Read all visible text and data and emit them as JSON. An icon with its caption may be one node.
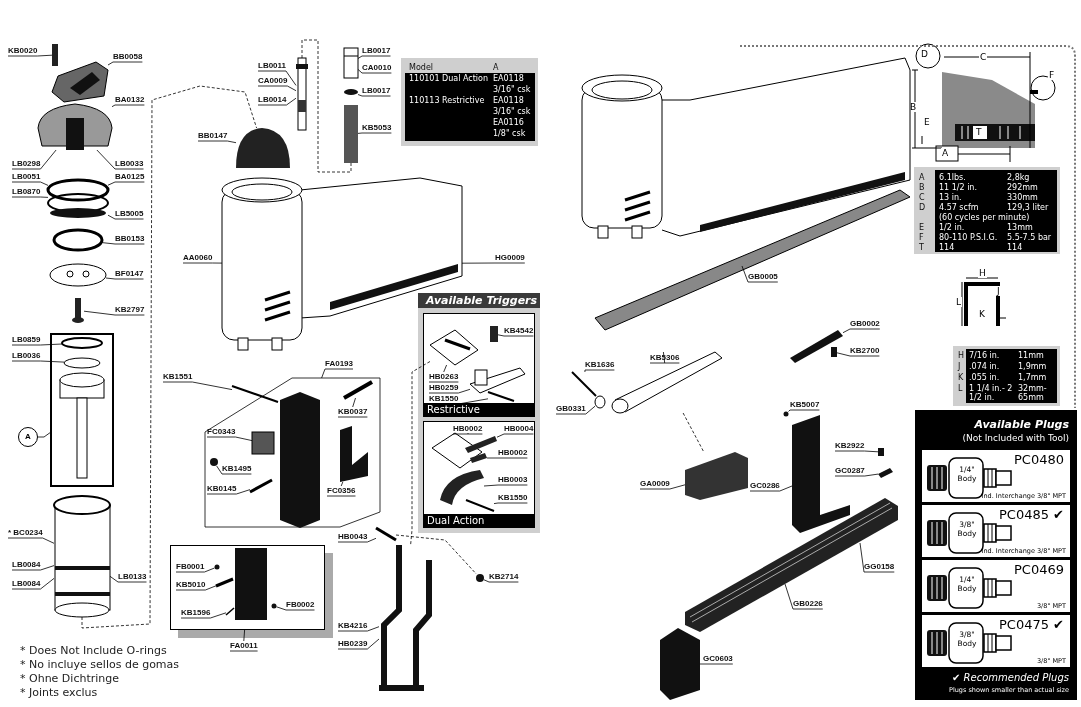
{
  "diagram": {
    "nodes": [
      {
        "text": [
          "KB0020"
        ]
      },
      {
        "text": [
          "BB0058"
        ]
      },
      {
        "text": [
          "BA0132"
        ]
      },
      {
        "text": [
          "LB0298"
        ]
      },
      {
        "text": [
          "LB0033"
        ]
      },
      {
        "text": [
          "LB0051"
        ]
      },
      {
        "text": [
          "BA0125"
        ]
      },
      {
        "text": [
          "LB0870"
        ]
      },
      {
        "text": [
          "LB5005"
        ]
      },
      {
        "text": [
          "BB0153"
        ]
      },
      {
        "text": [
          "BF0147"
        ]
      },
      {
        "text": [
          "KB2797"
        ]
      },
      {
        "text": [
          "LB0859"
        ]
      },
      {
        "text": [
          "LB0036"
        ]
      },
      {
        "text": [],
        "shape": "box"
      },
      {
        "text": [
          "A"
        ]
      },
      {
        "text": [
          "* BC0234"
        ]
      },
      {
        "text": [
          "LB0084"
        ]
      },
      {
        "text": [
          "LB0084"
        ]
      },
      {
        "text": [
          "LB0133"
        ]
      },
      {
        "text": [
          "LB0011"
        ]
      },
      {
        "text": [
          "CA0009"
        ]
      },
      {
        "text": [
          "LB0014"
        ]
      },
      {
        "text": [
          "BB0147"
        ]
      },
      {
        "text": [
          "LB0017"
        ]
      },
      {
        "text": [
          "CA0010"
        ]
      },
      {
        "text": [
          "LB0017"
        ]
      },
      {
        "text": [
          "KB5053"
        ]
      },
      {
        "text": [
          "AA0060"
        ]
      },
      {
        "text": [
          "HG0009"
        ]
      },
      {
        "text": [
          "FA0193"
        ]
      },
      {
        "text": [
          "KB1551"
        ]
      },
      {
        "text": [
          "KB0037"
        ],
        "in": 94
      },
      {
        "text": [
          "FC0343"
        ],
        "in": 94
      },
      {
        "text": [
          "KB1495"
        ],
        "in": 94
      },
      {
        "text": [
          "FC0356"
        ],
        "in": 94
      },
      {
        "text": [
          "KB0145"
        ],
        "in": 94
      },
      {
        "text": [
          "FB0001"
        ],
        "in": 102
      },
      {
        "text": [
          "KB5010"
        ],
        "in": 102
      },
      {
        "text": [
          "FB0002"
        ],
        "in": 102
      },
      {
        "text": [
          "KB1596"
        ],
        "in": 102
      },
      {
        "text": [
          "FA0011"
        ]
      },
      {
        "text": [
          "HB0043"
        ]
      },
      {
        "text": [
          "KB2714"
        ]
      },
      {
        "text": [
          "KB4216"
        ]
      },
      {
        "text": [
          "HB0239"
        ]
      },
      {
        "text": [
          "Available Triggers"
        ]
      },
      {
        "text": [
          "Restrictive"
        ],
        "in": 46
      },
      {
        "text": [
          "KB4542"
        ],
        "in": 47
      },
      {
        "text": [
          "HB0263"
        ],
        "in": 47
      },
      {
        "text": [
          "HB0259"
        ],
        "in": 47
      },
      {
        "text": [
          "KB1550"
        ],
        "in": 47
      },
      {
        "text": [
          "Dual Action"
        ],
        "in": 46
      },
      {
        "text": [
          "HB0002"
        ],
        "in": 52
      },
      {
        "text": [
          "HB0004"
        ],
        "in": 52
      },
      {
        "text": [
          "HB0002"
        ],
        "in": 52
      },
      {
        "text": [
          "HB0003"
        ],
        "in": 52
      },
      {
        "text": [
          "KB1550"
        ],
        "in": 52
      },
      {
        "text": [
          "KB1636"
        ]
      },
      {
        "text": [
          "KB5306"
        ]
      },
      {
        "text": [
          "GB0331"
        ]
      },
      {
        "text": [
          "GB0005"
        ]
      },
      {
        "text": [
          "GB0002"
        ]
      },
      {
        "text": [
          "KB2700"
        ]
      },
      {
        "text": [
          "GA0009"
        ]
      },
      {
        "text": [
          "GC0286"
        ]
      },
      {
        "text": [
          "KB5007"
        ]
      },
      {
        "text": [
          "KB2922"
        ]
      },
      {
        "text": [
          "GC0287"
        ]
      },
      {
        "text": [
          "GG0158"
        ]
      },
      {
        "text": [
          "GB0226"
        ]
      },
      {
        "text": [
          "GC0603"
        ]
      },
      {
        "text": [
          "Available Plugs",
          "(Not Included with Tool)",
          "✔ Recommended Plugs",
          "Plugs shown smaller than actual size"
        ]
      },
      {
        "text": [
          "PC0480",
          "1/4\" Body",
          "Ind. Interchange 3/8\" MPT"
        ],
        "in": 72
      },
      {
        "text": [
          "PC0485 ✔",
          "3/8\" Body",
          "Ind. Interchange 3/8\" MPT"
        ],
        "in": 72
      },
      {
        "text": [
          "PC0469",
          "1/4\" Body",
          "3/8\" MPT"
        ],
        "in": 72
      },
      {
        "text": [
          "PC0475 ✔",
          "3/8\" Body",
          "3/8\" MPT"
        ],
        "in": 72
      },
      {
        "text": [],
        "shape": "bar"
      },
      {
        "text": [],
        "shape": "picture"
      },
      {
        "text": [],
        "shape": "picture"
      },
      {
        "text": [],
        "shape": "circle"
      },
      {
        "text": [],
        "shape": "circle"
      },
      {
        "text": [],
        "shape": "circle"
      },
      {
        "text": [],
        "shape": "picture"
      },
      {
        "text": [],
        "shape": "circle",
        "in": 14
      },
      {
        "text": [],
        "shape": "circle",
        "in": 14
      },
      {
        "text": [],
        "shape": "picture",
        "in": 14
      },
      {
        "text": [],
        "shape": "picture"
      },
      {
        "text": [],
        "shape": "picture"
      },
      {
        "text": [],
        "shape": "picture"
      },
      {
        "text": [],
        "shape": "box"
      },
      {
        "text": [],
        "shape": "circle"
      },
      {
        "text": [],
        "shape": "bar"
      },
      {
        "text": [],
        "shape": "picture"
      },
      {
        "text": [],
        "shape": "box"
      },
      {
        "text": [],
        "shape": "bar",
        "in": 94
      },
      {
        "text": [],
        "shape": "bar",
        "in": 94
      },
      {
        "text": [],
        "shape": "box",
        "in": 94
      },
      {
        "text": [],
        "shape": "circle",
        "in": 94
      },
      {
        "text": [],
        "shape": "picture",
        "in": 94
      },
      {
        "text": [],
        "shape": "bar",
        "in": 94
      },
      {
        "text": [],
        "shape": "bar",
        "in": 94
      },
      {
        "text": [],
        "shape": "box"
      },
      {
        "text": [],
        "shape": "circle",
        "in": 102
      },
      {
        "text": [],
        "shape": "bar",
        "in": 102
      },
      {
        "text": [],
        "shape": "circle",
        "in": 102
      },
      {
        "text": [],
        "shape": "bar",
        "in": 102
      },
      {
        "text": [],
        "shape": "bar"
      },
      {
        "text": [],
        "shape": "picture"
      },
      {
        "text": [],
        "shape": "circle"
      },
      {
        "text": [],
        "shape": "bar",
        "in": 47
      },
      {
        "text": [],
        "shape": "picture",
        "in": 47
      },
      {
        "text": [],
        "shape": "picture",
        "in": 47
      },
      {
        "text": [],
        "shape": "bar",
        "in": 47
      },
      {
        "text": [],
        "shape": "picture",
        "in": 52
      },
      {
        "text": [],
        "shape": "bar",
        "in": 52
      },
      {
        "text": [],
        "shape": "bar",
        "in": 52
      },
      {
        "text": [],
        "shape": "picture",
        "in": 52
      },
      {
        "text": [],
        "shape": "bar",
        "in": 52
      },
      {
        "text": [],
        "shape": "bar"
      },
      {
        "text": [],
        "shape": "bar"
      },
      {
        "text": [],
        "shape": "bar"
      },
      {
        "text": [],
        "shape": "bar"
      },
      {
        "text": [],
        "shape": "circle"
      },
      {
        "text": [],
        "shape": "picture"
      },
      {
        "text": [],
        "shape": "picture"
      },
      {
        "text": [],
        "shape": "picture"
      },
      {
        "text": [],
        "shape": "circle"
      },
      {
        "text": [],
        "shape": "bar"
      },
      {
        "text": [],
        "shape": "bar"
      },
      {
        "text": [],
        "shape": "picture"
      },
      {
        "text": [],
        "shape": "picture"
      }
    ],
    "edges": [
      {
        "from": 0,
        "to": 77,
        "arrow": "none"
      },
      {
        "from": 1,
        "to": 78,
        "arrow": "none"
      },
      {
        "from": 2,
        "to": 79,
        "arrow": "none"
      },
      {
        "from": 3,
        "to": 79,
        "arrow": "none"
      },
      {
        "from": 4,
        "to": 79,
        "arrow": "none"
      },
      {
        "from": 5,
        "to": 80,
        "arrow": "none"
      },
      {
        "from": 6,
        "to": 80,
        "arrow": "none"
      },
      {
        "from": 7,
        "to": 80,
        "arrow": "none"
      },
      {
        "from": 8,
        "to": 80,
        "arrow": "none"
      },
      {
        "from": 9,
        "to": 81,
        "arrow": "none"
      },
      {
        "from": 10,
        "to": 82,
        "arrow": "none"
      },
      {
        "from": 11,
        "to": 83,
        "arrow": "none"
      },
      {
        "from": 12,
        "to": 84,
        "arrow": "none"
      },
      {
        "from": 13,
        "to": 85,
        "arrow": "none"
      },
      {
        "from": 15,
        "to": 14,
        "arrow": "none"
      },
      {
        "from": 16,
        "to": 87,
        "arrow": "none"
      },
      {
        "from": 17,
        "to": 87,
        "arrow": "none"
      },
      {
        "from": 18,
        "to": 87,
        "arrow": "none"
      },
      {
        "from": 19,
        "to": 87,
        "arrow": "none"
      },
      {
        "from": 20,
        "to": 88,
        "arrow": "none"
      },
      {
        "from": 21,
        "to": 88,
        "arrow": "none"
      },
      {
        "from": 22,
        "to": 88,
        "arrow": "none"
      },
      {
        "from": 23,
        "to": 89,
        "arrow": "none"
      },
      {
        "from": 24,
        "to": 90,
        "arrow": "none"
      },
      {
        "from": 25,
        "to": 90,
        "arrow": "none"
      },
      {
        "from": 26,
        "to": 91,
        "arrow": "none"
      },
      {
        "from": 27,
        "to": 92,
        "arrow": "none"
      },
      {
        "from": 28,
        "to": 93,
        "arrow": "none"
      },
      {
        "from": 29,
        "to": 93,
        "arrow": "none"
      },
      {
        "from": 30,
        "to": 94,
        "arrow": "none"
      },
      {
        "from": 31,
        "to": 95,
        "arrow": "none"
      },
      {
        "from": 32,
        "to": 96,
        "arrow": "none"
      },
      {
        "from": 33,
        "to": 97,
        "arrow": "none"
      },
      {
        "from": 34,
        "to": 98,
        "arrow": "none"
      },
      {
        "from": 35,
        "to": 99,
        "arrow": "none"
      },
      {
        "from": 36,
        "to": 100,
        "arrow": "none"
      },
      {
        "from": 37,
        "to": 103,
        "arrow": "none"
      },
      {
        "from": 38,
        "to": 104,
        "arrow": "none"
      },
      {
        "from": 39,
        "to": 105,
        "arrow": "none"
      },
      {
        "from": 40,
        "to": 106,
        "arrow": "none"
      },
      {
        "from": 41,
        "to": 102,
        "arrow": "none"
      },
      {
        "from": 42,
        "to": 107,
        "arrow": "none"
      },
      {
        "from": 43,
        "to": 109,
        "arrow": "none"
      },
      {
        "from": 44,
        "to": 108,
        "arrow": "none"
      },
      {
        "from": 45,
        "to": 108,
        "arrow": "none"
      },
      {
        "from": 48,
        "to": 110,
        "arrow": "none"
      },
      {
        "from": 49,
        "to": 111,
        "arrow": "none"
      },
      {
        "from": 50,
        "to": 112,
        "arrow": "none"
      },
      {
        "from": 51,
        "to": 113,
        "arrow": "none"
      },
      {
        "from": 53,
        "to": 114,
        "arrow": "none"
      },
      {
        "from": 54,
        "to": 115,
        "arrow": "none"
      },
      {
        "from": 55,
        "to": 116,
        "arrow": "none"
      },
      {
        "from": 56,
        "to": 117,
        "arrow": "none"
      },
      {
        "from": 57,
        "to": 118,
        "arrow": "none"
      },
      {
        "from": 58,
        "to": 122,
        "arrow": "none"
      },
      {
        "from": 59,
        "to": 124,
        "arrow": "none"
      },
      {
        "from": 60,
        "to": 123,
        "arrow": "none"
      },
      {
        "from": 61,
        "to": 119,
        "arrow": "none"
      },
      {
        "from": 62,
        "to": 120,
        "arrow": "none"
      },
      {
        "from": 63,
        "to": 121,
        "arrow": "none"
      },
      {
        "from": 64,
        "to": 125,
        "arrow": "none"
      },
      {
        "from": 65,
        "to": 126,
        "arrow": "none"
      },
      {
        "from": 66,
        "to": 127,
        "arrow": "none"
      },
      {
        "from": 67,
        "to": 128,
        "arrow": "none"
      },
      {
        "from": 68,
        "to": 129,
        "arrow": "none"
      },
      {
        "from": 69,
        "to": 130,
        "arrow": "none"
      },
      {
        "from": 70,
        "to": 130,
        "arrow": "none"
      },
      {
        "from": 71,
        "to": 131,
        "arrow": "none"
      },
      {
        "from": 87,
        "to": 89,
        "arrow": "none",
        "style": "dashed"
      },
      {
        "from": 92,
        "to": 88,
        "arrow": "none",
        "style": "dashed"
      },
      {
        "from": 111,
        "to": 108,
        "arrow": "none",
        "style": "dashed"
      },
      {
        "from": 107,
        "to": 109,
        "arrow": "none",
        "style": "dashed"
      },
      {
        "from": 124,
        "to": 125,
        "arrow": "none",
        "style": "dashed"
      }
    ],
    "labels": [
      "Model",
      "A",
      "110101 Dual Action",
      "EA0118",
      "3/16\" csk",
      "110113 Restrictive",
      "EA0118",
      "3/16\" csk",
      "EA0116",
      "1/8\" csk",
      "D",
      "C",
      "F",
      "B",
      "E",
      "A",
      "T",
      "A",
      "6.1lbs.",
      "2,8kg",
      "B",
      "11 1/2 in.",
      "292mm",
      "C",
      "13 in.",
      "330mm",
      "D",
      "4.57 scfm",
      "129,3 liter",
      "(60 cycles per minute)",
      "E",
      "1/2 in.",
      "13mm",
      "F",
      "80-110 P.S.I.G.",
      "5.5-7.5 bar",
      "T",
      "114",
      "114",
      "H",
      "J",
      "L",
      "K",
      "H",
      "7/16 in.",
      "11mm",
      "J",
      ".074 in.",
      "1,9mm",
      "K",
      ".055 in.",
      "1,7mm",
      "L",
      "1 1/4 in.- 2 1/2 in.",
      "32mm- 65mm",
      "* Does Not Include O-rings",
      "* No incluye sellos de gomas",
      "* Ohne Dichtringe",
      "* Joints exclus"
    ]
  }
}
